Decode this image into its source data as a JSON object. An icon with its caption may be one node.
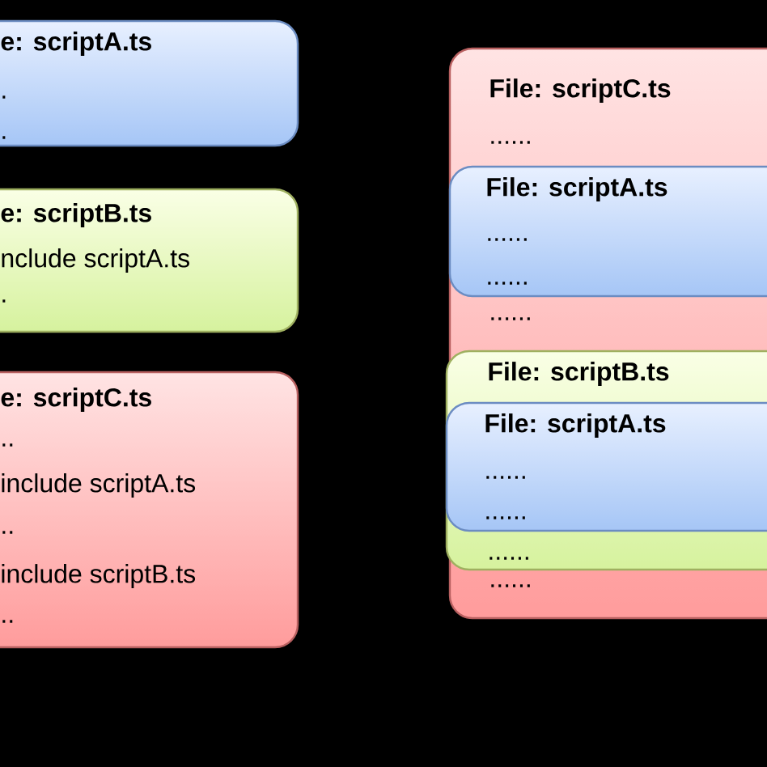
{
  "diagram": {
    "nodes": [
      {
        "text": [
          "e: scriptA.ts",
          ".",
          "."
        ]
      },
      {
        "text": [
          "e: scriptB.ts",
          "nclude scriptA.ts",
          "."
        ]
      },
      {
        "text": [
          "e: scriptC.ts",
          "..",
          "include scriptA.ts",
          "..",
          "include scriptB.ts",
          ".."
        ]
      },
      {
        "text": [
          "File: scriptC.ts",
          "......",
          "......",
          "......"
        ]
      },
      {
        "text": [
          "File: scriptA.ts",
          "......",
          "......"
        ],
        "in": 3
      },
      {
        "text": [
          "File: scriptB.ts",
          "......"
        ],
        "in": 3
      },
      {
        "text": [
          "File: scriptA.ts",
          "......",
          "......"
        ],
        "in": 5
      }
    ]
  }
}
